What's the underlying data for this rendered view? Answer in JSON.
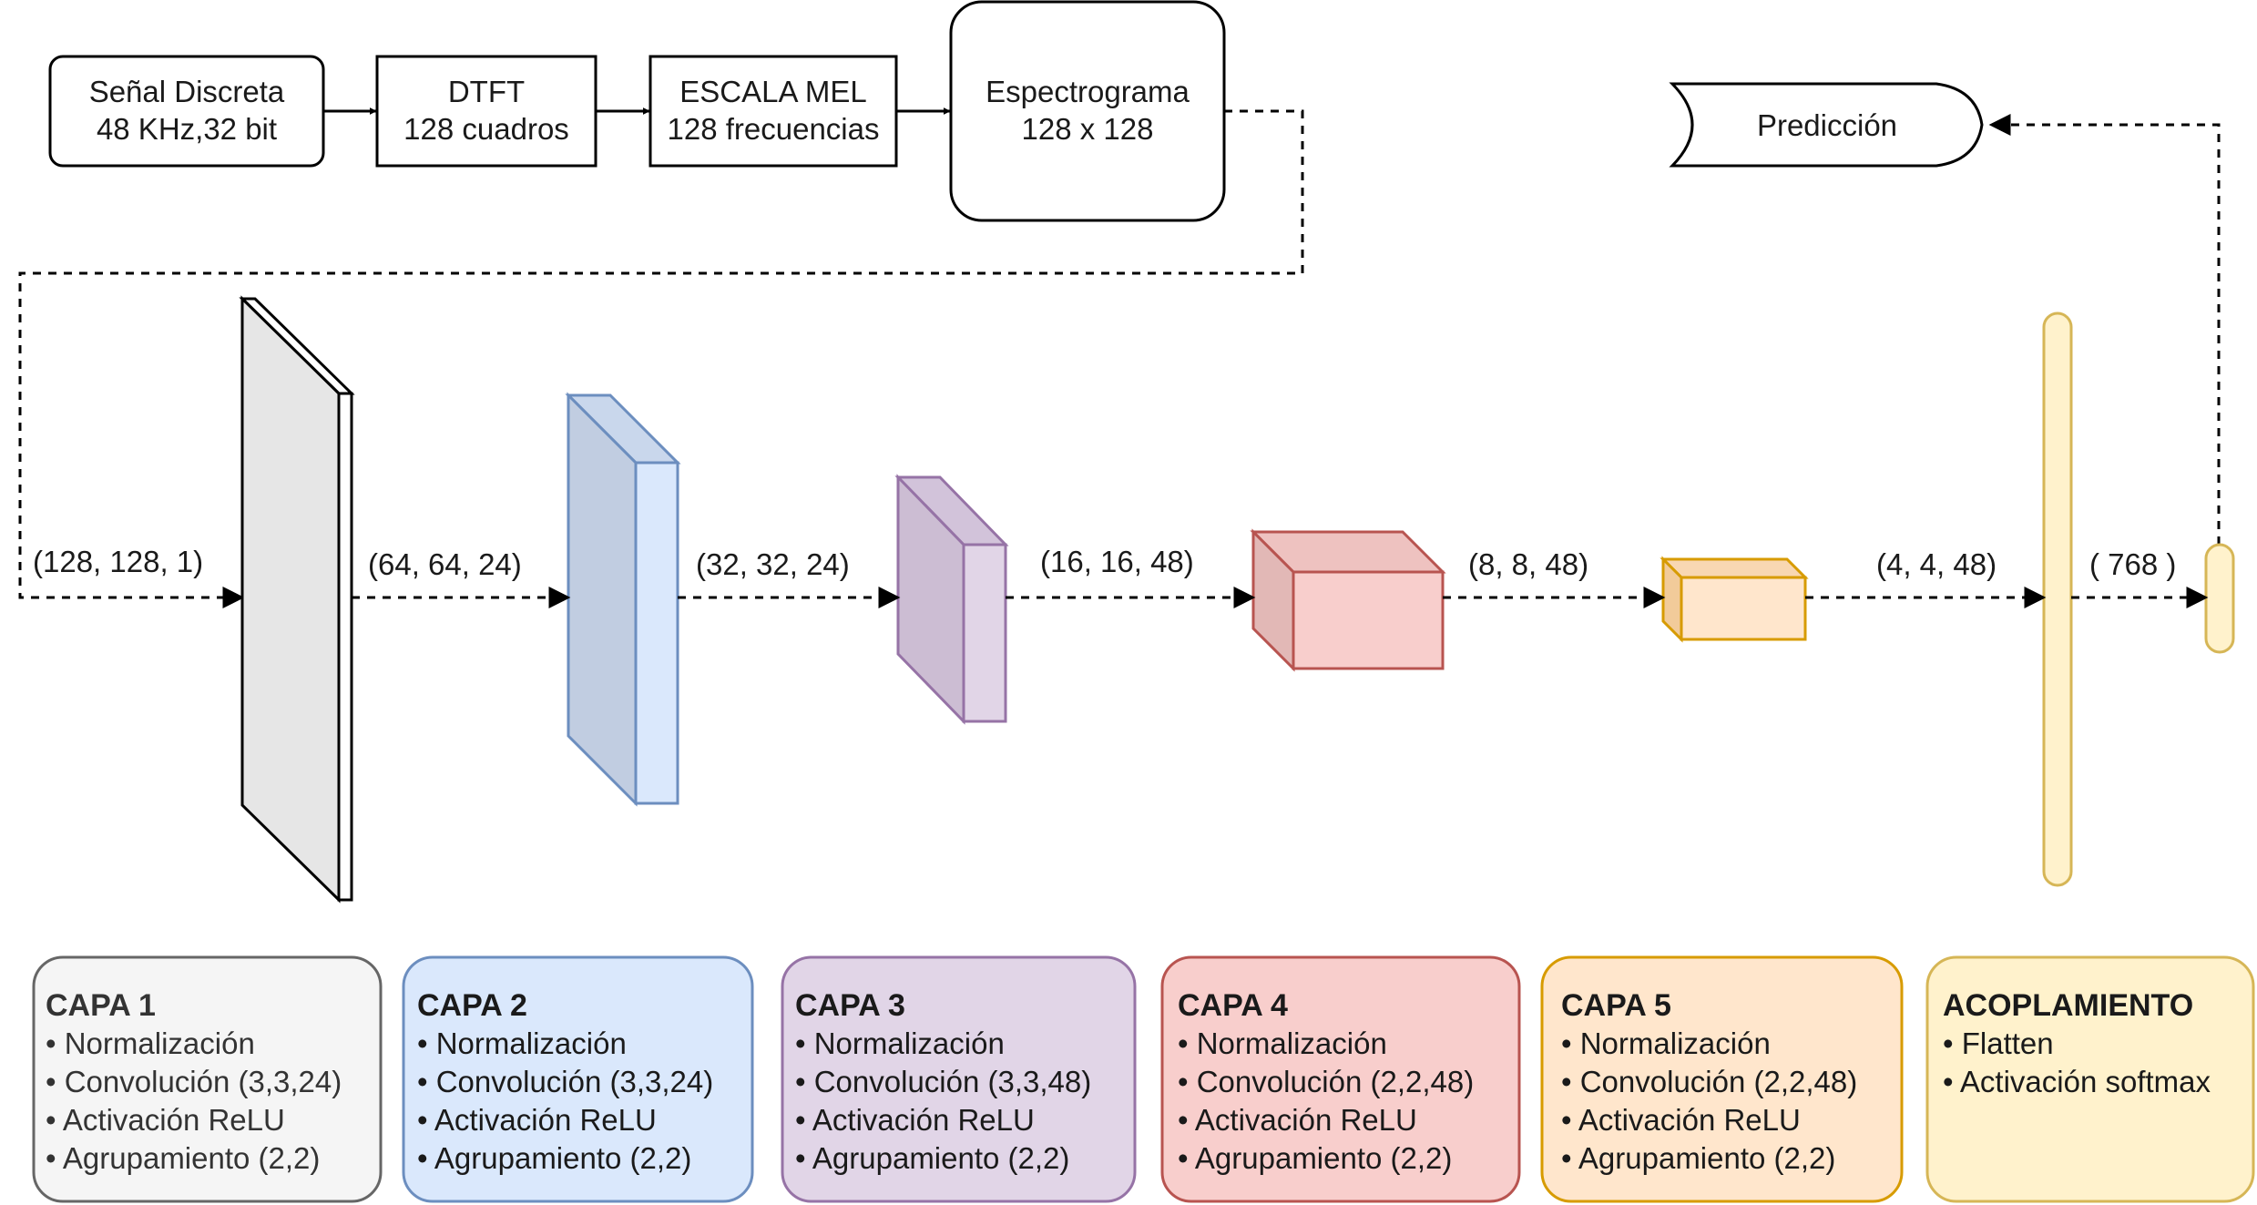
{
  "pipeline": {
    "senal": {
      "line1": "Señal Discreta",
      "line2": "48 KHz,32 bit"
    },
    "dtft": {
      "line1": "DTFT",
      "line2": "128 cuadros"
    },
    "mel": {
      "line1": "ESCALA MEL",
      "line2": "128 frecuencias"
    },
    "espectrograma": {
      "line1": "Espectrograma",
      "line2": "128 x 128"
    },
    "prediccion": "Predicción"
  },
  "shapes": [
    "(128, 128, 1)",
    "(64, 64, 24)",
    "(32, 32, 24)",
    "(16, 16, 48)",
    "(8, 8, 48)",
    "(4, 4, 48)",
    "( 768 )"
  ],
  "layers": [
    {
      "title": "CAPA 1",
      "items": [
        "• Normalización",
        "• Convolución (3,3,24)",
        "• Activación ReLU",
        "• Agrupamiento (2,2)"
      ]
    },
    {
      "title": "CAPA 2",
      "items": [
        "• Normalización",
        "• Convolución (3,3,24)",
        "• Activación ReLU",
        "• Agrupamiento (2,2)"
      ]
    },
    {
      "title": "CAPA 3",
      "items": [
        "• Normalización",
        "• Convolución (3,3,48)",
        "• Activación ReLU",
        "• Agrupamiento (2,2)"
      ]
    },
    {
      "title": "CAPA 4",
      "items": [
        "• Normalización",
        "• Convolución (2,2,48)",
        "• Activación ReLU",
        "• Agrupamiento (2,2)"
      ]
    },
    {
      "title": "CAPA 5",
      "items": [
        "• Normalización",
        "• Convolución (2,2,48)",
        "• Activación ReLU",
        "• Agrupamiento (2,2)"
      ]
    },
    {
      "title": "ACOPLAMIENTO",
      "items": [
        "• Flatten",
        "• Activación softmax"
      ]
    }
  ],
  "colors": {
    "gray_fill": "#f5f5f5",
    "gray_stroke": "#666666",
    "blue_fill": "#dae8fc",
    "blue_stroke": "#6c8ebf",
    "purple_fill": "#e1d5e7",
    "purple_stroke": "#9673a6",
    "red_fill": "#f8cecc",
    "red_stroke": "#b85450",
    "orange_fill": "#ffe6cc",
    "orange_stroke": "#d79b00",
    "yellow_fill": "#fff2cc",
    "yellow_stroke": "#d6b656"
  }
}
